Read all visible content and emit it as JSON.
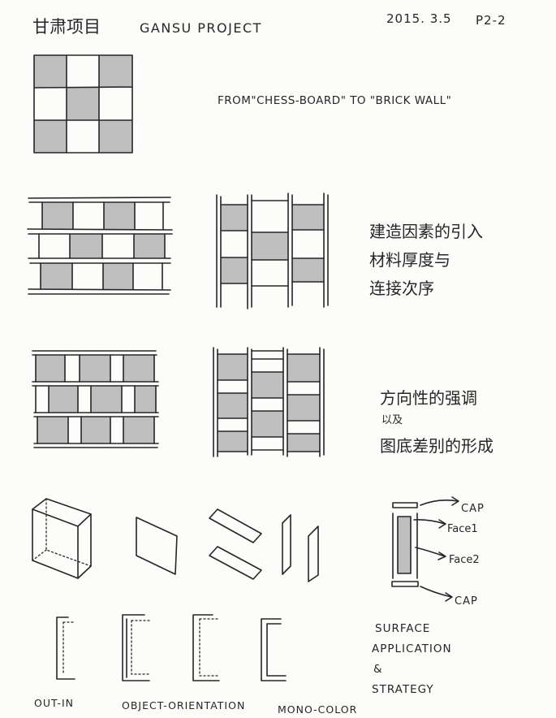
{
  "header": {
    "title_cn": "甘肃项目",
    "title_en": "GANSU PROJECT",
    "date": "2015. 3.5",
    "page": "P2-2"
  },
  "chessboard": {
    "caption": "FROM\"CHESS-BOARD\" TO \"BRICK WALL\""
  },
  "construction_note": {
    "lines": [
      "建造因素的引入",
      "材料厚度与",
      "连接次序"
    ]
  },
  "direction_note": {
    "lines": [
      "方向性的强调",
      "以及",
      "图底差别的形成"
    ]
  },
  "layer_diagram": {
    "cap_top": "CAP",
    "face_1": "Face1",
    "face_2": "Face2",
    "cap_bottom": "CAP"
  },
  "strategy_note": {
    "lines": [
      "SURFACE",
      "APPLICATION",
      "&",
      "STRATEGY"
    ]
  },
  "bracket_labels": {
    "out_in": "OUT-IN",
    "object_orientation": "OBJECT-ORIENTATION",
    "mono_color": "MONO-COLOR"
  },
  "colors": {
    "paper": "#fcfcfa",
    "ink": "#262626",
    "shade": "#bfbfbf"
  }
}
